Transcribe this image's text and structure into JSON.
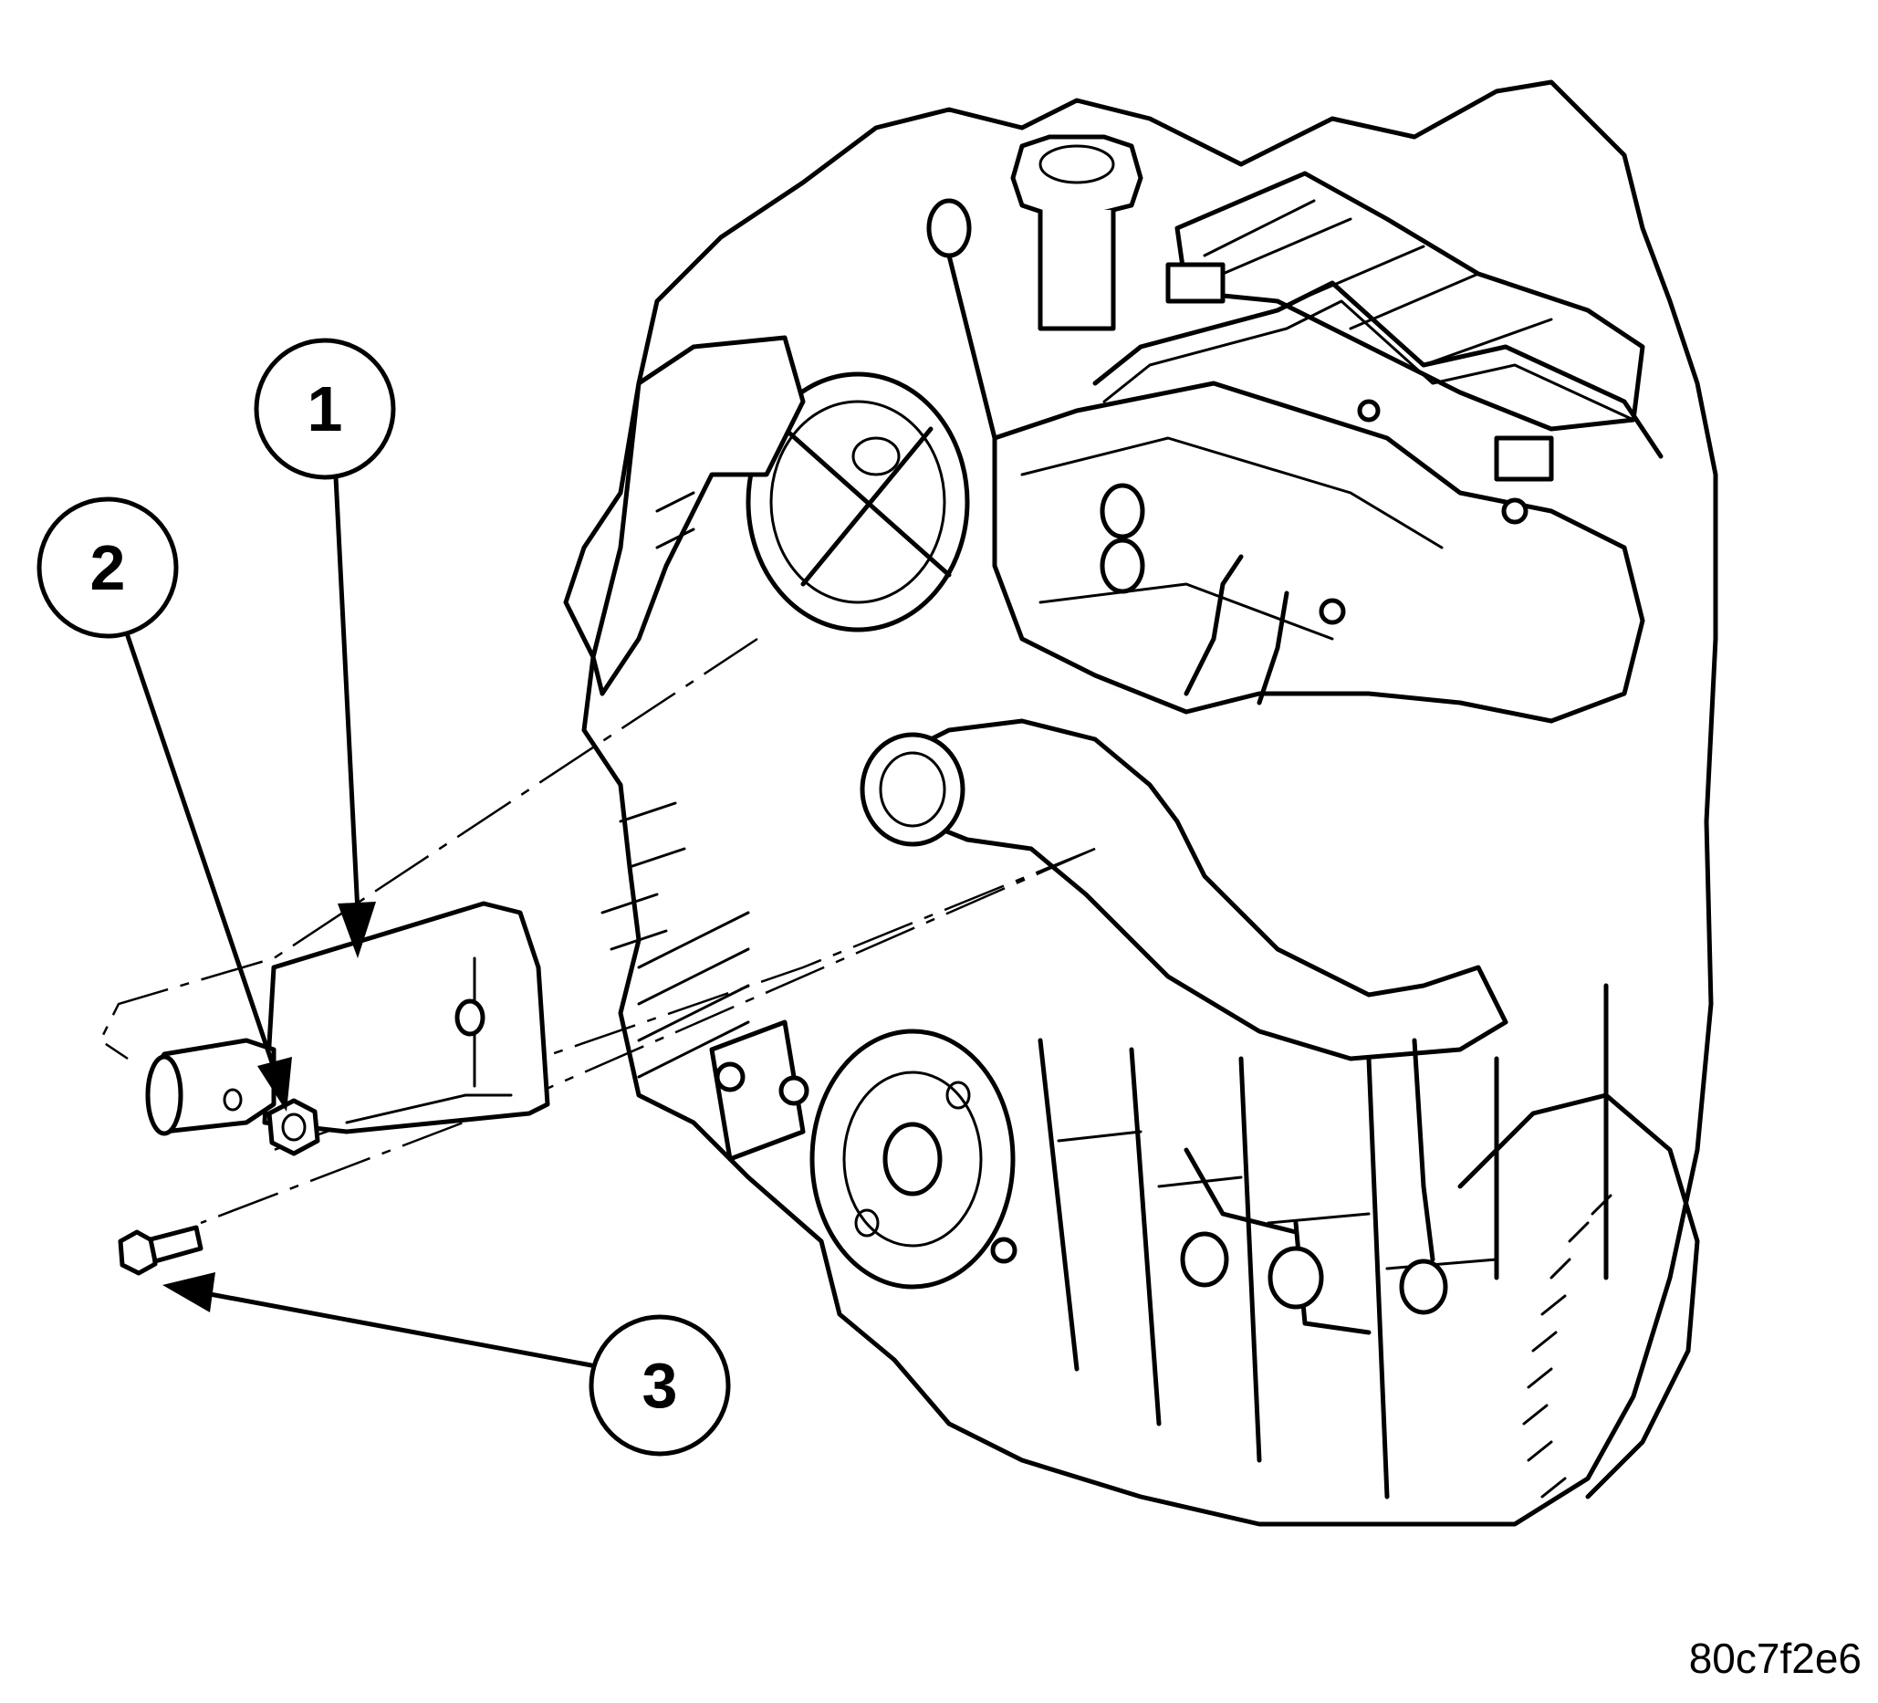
{
  "callouts": [
    {
      "id": "1",
      "label": "1"
    },
    {
      "id": "2",
      "label": "2"
    },
    {
      "id": "3",
      "label": "3"
    }
  ],
  "figure_id": "80c7f2e6",
  "parts": [
    "engine-block",
    "bracket",
    "sensor",
    "nut",
    "bolt"
  ]
}
